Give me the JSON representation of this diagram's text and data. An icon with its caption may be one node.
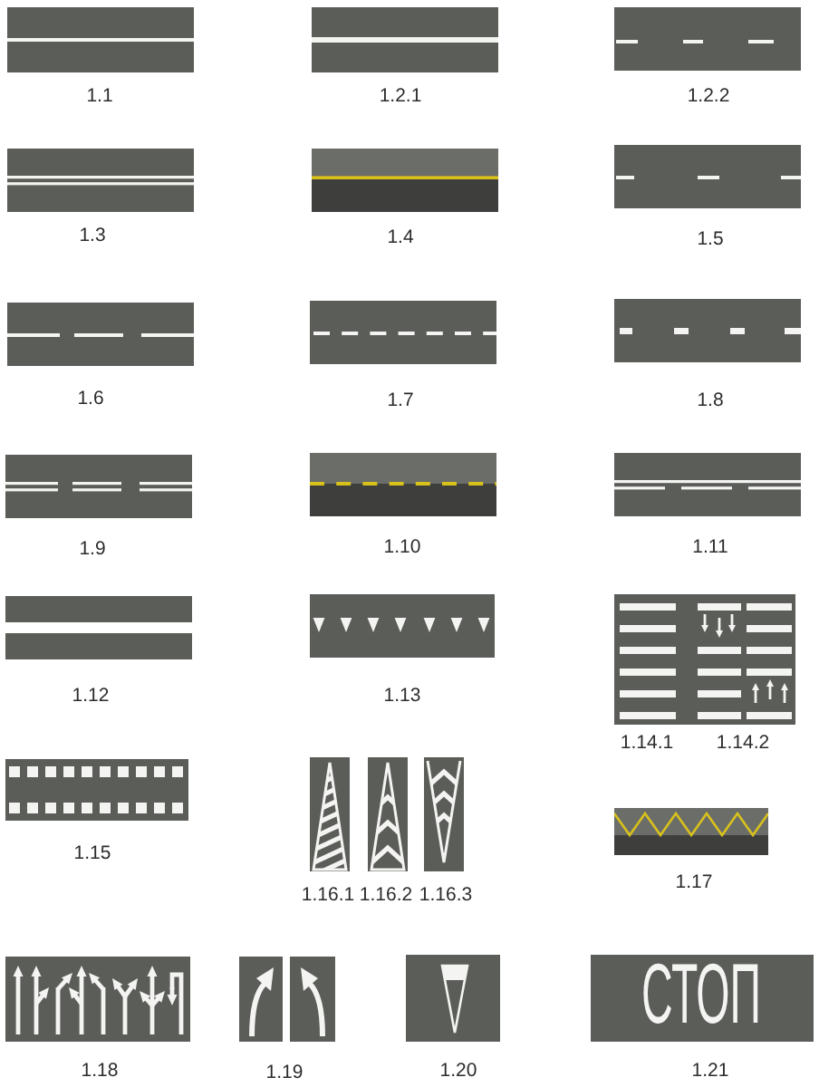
{
  "diagram": {
    "labels": [
      "1.1",
      "1.2.1",
      "1.2.2",
      "1.3",
      "1.4",
      "1.5",
      "1.6",
      "1.7",
      "1.8",
      "1.9",
      "1.10",
      "1.11",
      "1.12",
      "1.13",
      "1.14.1",
      "1.14.2",
      "1.15",
      "1.16.1",
      "1.16.2",
      "1.16.3",
      "1.17",
      "СТОП",
      "1.18",
      "1.19",
      "1.20",
      "1.21"
    ]
  }
}
